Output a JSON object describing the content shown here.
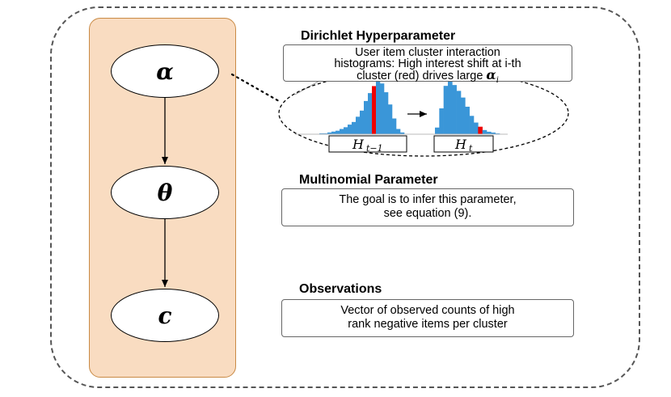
{
  "nodes": {
    "alpha": "α",
    "theta": "θ",
    "c": "c"
  },
  "sections": {
    "dirichlet": {
      "heading": "Dirichlet Hyperparameter",
      "text_line1": "User item cluster interaction",
      "text_line2": "histograms: High interest shift at i-th",
      "text_line3_prefix": "cluster (red) drives large ",
      "alpha_symbol": "α",
      "alpha_subscript": "i"
    },
    "multinomial": {
      "heading": "Multinomial Parameter",
      "text_line1": "The goal is to infer this parameter,",
      "text_line2": "see equation (9)."
    },
    "observations": {
      "heading": "Observations",
      "text_line1": "Vector of observed counts of high",
      "text_line2": "rank negative items per cluster"
    }
  },
  "histograms": {
    "left_label": {
      "symbol": "H",
      "subscript": "t−1"
    },
    "right_label": {
      "symbol": "H",
      "subscript": "t"
    },
    "left_values": [
      1,
      1,
      2,
      3,
      4,
      6,
      8,
      11,
      14,
      20,
      27,
      38,
      47,
      55,
      61,
      58,
      48,
      34,
      18,
      6,
      2
    ],
    "left_red_index": 13,
    "right_values": [
      8,
      31,
      58,
      64,
      59,
      52,
      44,
      33,
      22,
      14,
      9,
      5,
      3,
      2,
      1
    ],
    "right_red_index": 10,
    "bar_color": "#3a96d8",
    "highlight_color": "#ee0000"
  },
  "colors": {
    "panel_fill": "#f9dcc1",
    "panel_border": "#c98a45"
  }
}
